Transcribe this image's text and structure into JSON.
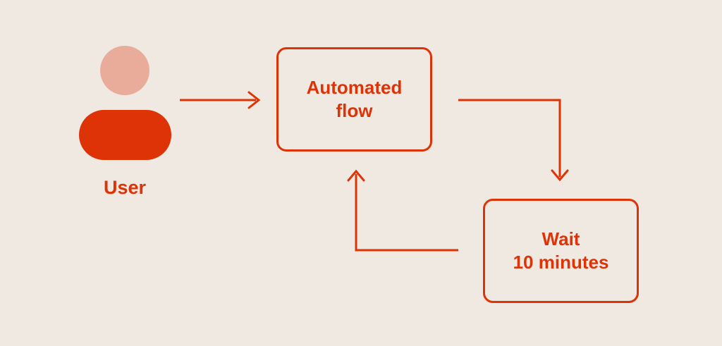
{
  "colors": {
    "bg": "#EFE9E1",
    "accent": "#DE3207",
    "user-head": "#EAAC9A"
  },
  "diagram": {
    "user": {
      "label": "User"
    },
    "nodes": {
      "automated_flow": {
        "line1": "Automated",
        "line2": "flow"
      },
      "wait": {
        "line1": "Wait",
        "line2": "10 minutes"
      }
    },
    "arrows": [
      {
        "from": "User",
        "to": "Automated flow"
      },
      {
        "from": "Automated flow",
        "to": "Wait 10 minutes"
      },
      {
        "from": "Wait 10 minutes",
        "to": "Automated flow"
      }
    ]
  }
}
